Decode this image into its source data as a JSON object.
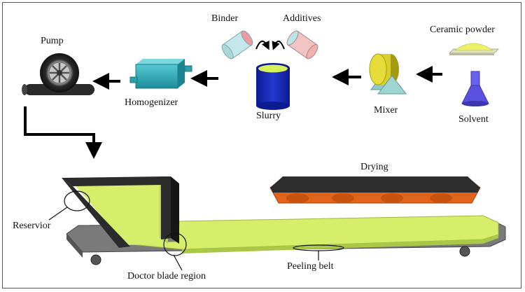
{
  "labels": {
    "pump": "Pump",
    "homogenizer": "Homogenizer",
    "binder": "Binder",
    "additives": "Additives",
    "slurry": "Slurry",
    "mixer": "Mixer",
    "ceramic_powder": "Ceramic powder",
    "solvent": "Solvent",
    "drying": "Drying",
    "reservior": "Reservior",
    "doctor_blade_region": "Doctor blade region",
    "peeling_belt": "Peeling belt"
  },
  "colors": {
    "tape": "#d7ee6a",
    "tape_dark": "#b9d24a",
    "blade": "#2b2b2b",
    "homogenizer": "#35b3bf",
    "slurry_cup": "#1627b8",
    "slurry_top": "#d5f25a",
    "mixer": "#d8cf2a",
    "mixer_cone": "#8fc9c8",
    "solvent_funnel": "#5a50e0",
    "ceramic_tray": "#e9ef7a",
    "binder_can": "#b9e6ea",
    "additive_can": "#f0b8b8",
    "drying_heater": "#e0641c",
    "platform": "#6e6e6e"
  }
}
